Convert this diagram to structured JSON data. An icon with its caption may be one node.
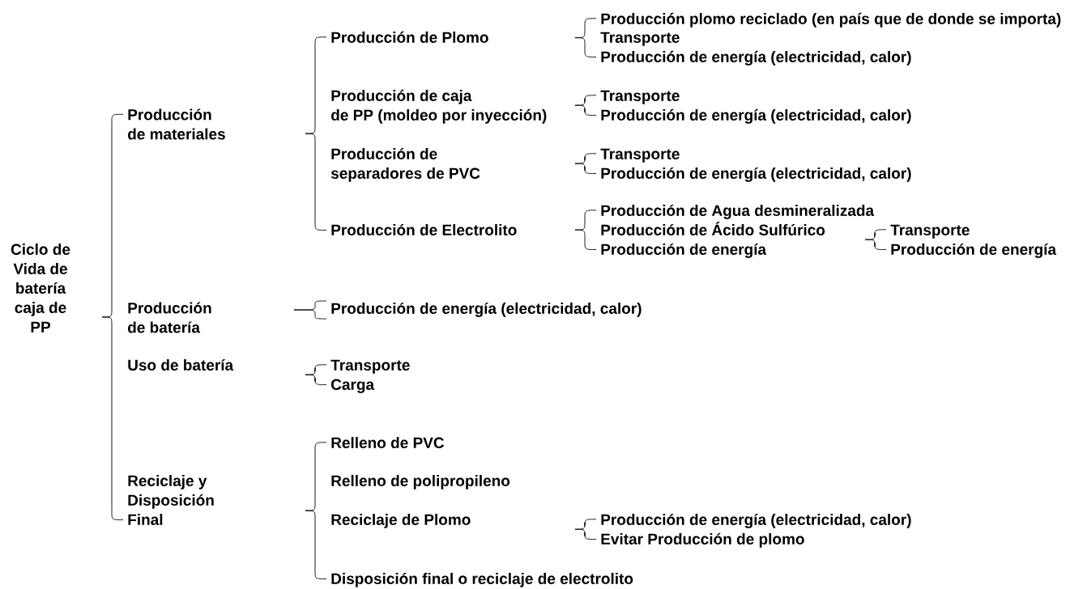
{
  "diagram": {
    "nodes": [
      {
        "text": [
          "Ciclo de Vida de batería caja de PP"
        ]
      },
      {
        "text": [
          "Producción de materiales"
        ]
      },
      {
        "text": [
          "Producción de Plomo"
        ]
      },
      {
        "text": [
          "Producción plomo reciclado (en país que de donde se importa)"
        ]
      },
      {
        "text": [
          "Transporte"
        ]
      },
      {
        "text": [
          "Producción de energía (electricidad, calor)"
        ]
      },
      {
        "text": [
          "Producción de caja de PP (moldeo por inyección)"
        ]
      },
      {
        "text": [
          "Transporte"
        ]
      },
      {
        "text": [
          "Producción de energía (electricidad, calor)"
        ]
      },
      {
        "text": [
          "Producción de separadores de PVC"
        ]
      },
      {
        "text": [
          "Transporte"
        ]
      },
      {
        "text": [
          "Producción de energía (electricidad, calor)"
        ]
      },
      {
        "text": [
          "Producción de Electrolito"
        ]
      },
      {
        "text": [
          "Producción de Agua desmineralizada"
        ]
      },
      {
        "text": [
          "Producción de Ácido Sulfúrico"
        ]
      },
      {
        "text": [
          "Transporte"
        ]
      },
      {
        "text": [
          "Producción de energía"
        ]
      },
      {
        "text": [
          "Producción de energía"
        ]
      },
      {
        "text": [
          "Producción de batería"
        ]
      },
      {
        "text": [
          "Producción de energía (electricidad, calor)"
        ]
      },
      {
        "text": [
          "Uso de batería"
        ]
      },
      {
        "text": [
          "Transporte"
        ]
      },
      {
        "text": [
          "Carga"
        ]
      },
      {
        "text": [
          "Reciclaje y Disposición Final"
        ]
      },
      {
        "text": [
          "Relleno de PVC"
        ]
      },
      {
        "text": [
          "Relleno de polipropileno"
        ]
      },
      {
        "text": [
          "Reciclaje de Plomo"
        ]
      },
      {
        "text": [
          "Producción de energía (electricidad, calor)"
        ]
      },
      {
        "text": [
          "Evitar Producción de plomo"
        ]
      },
      {
        "text": [
          "Disposición final o reciclaje de electrolito"
        ]
      }
    ]
  }
}
